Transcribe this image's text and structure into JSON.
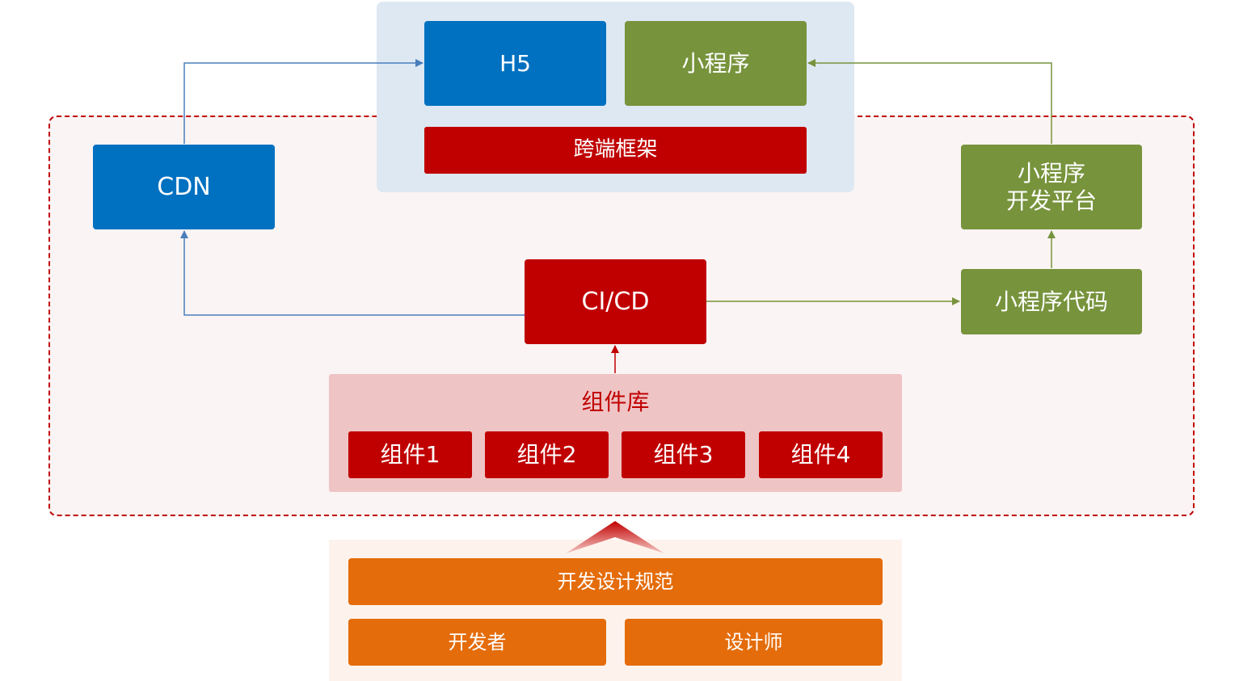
{
  "diagram": {
    "nodes": {
      "h5": "H5",
      "miniprogram": "小程序",
      "cross_framework": "跨端框架",
      "cdn": "CDN",
      "mp_platform_line1": "小程序",
      "mp_platform_line2": "开发平台",
      "cicd": "CI/CD",
      "mp_code": "小程序代码",
      "component_library": "组件库",
      "components": [
        "组件1",
        "组件2",
        "组件3",
        "组件4"
      ],
      "dev_design_spec": "开发设计规范",
      "developer": "开发者",
      "designer": "设计师"
    },
    "edges": [
      {
        "from": "CDN",
        "to": "H5"
      },
      {
        "from": "小程序开发平台",
        "to": "小程序"
      },
      {
        "from": "CI/CD",
        "to": "CDN"
      },
      {
        "from": "CI/CD",
        "to": "小程序代码"
      },
      {
        "from": "小程序代码",
        "to": "小程序开发平台"
      },
      {
        "from": "组件库",
        "to": "CI/CD"
      },
      {
        "from": "开发设计规范",
        "to": "组件库"
      }
    ],
    "colors": {
      "blue": "#0070c0",
      "green": "#77933c",
      "red": "#c00000",
      "orange": "#e46c0a",
      "top_panel": "#dde8f3",
      "library_panel": "#efc4c5"
    }
  }
}
